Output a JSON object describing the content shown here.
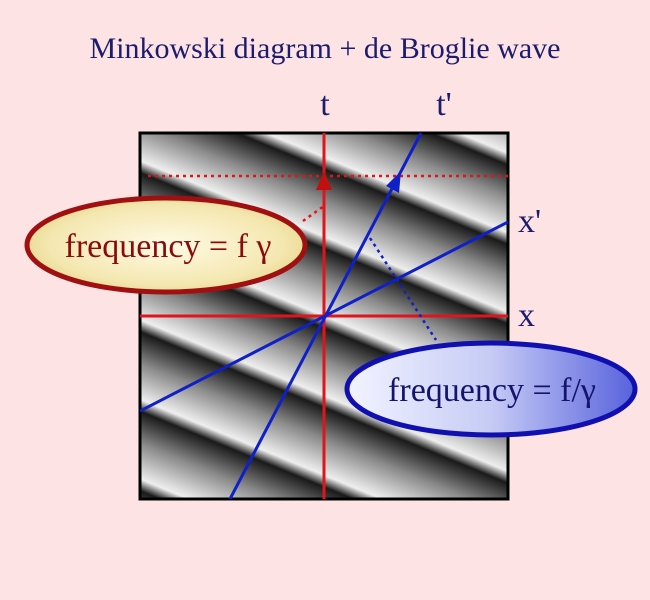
{
  "title": "Minkowski diagram + de Broglie wave",
  "axes": {
    "t": "t",
    "t_prime": "t'",
    "x": "x",
    "x_prime": "x'"
  },
  "callouts": {
    "red": "frequency = f γ",
    "blue": "frequency = f/γ"
  },
  "colors": {
    "background": "#fde3e3",
    "title": "#1c1c6e",
    "rest_frame_axes": "#e0141c",
    "moving_frame_axes": "#1020c8",
    "red_callout_border": "#a01010",
    "blue_callout_border": "#1010b0"
  }
}
